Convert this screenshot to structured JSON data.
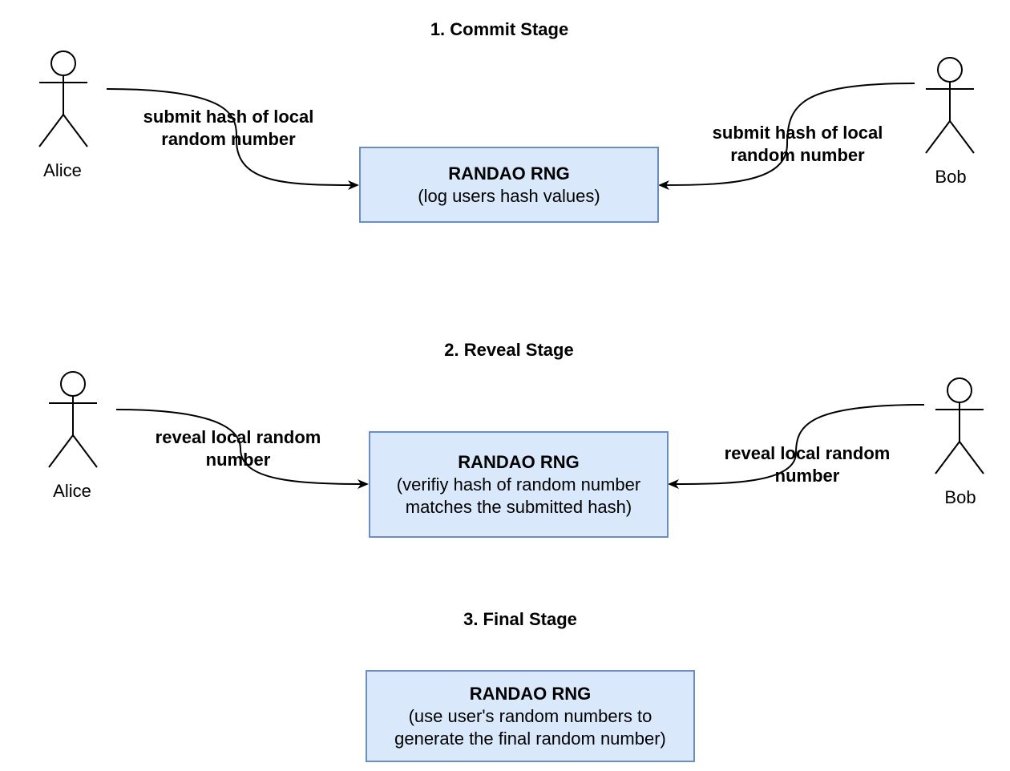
{
  "stages": [
    {
      "title": "1. Commit Stage",
      "box": {
        "title": "RANDAO RNG",
        "lines": [
          "(log users hash values)"
        ]
      },
      "left_actor": "Alice",
      "right_actor": "Bob",
      "left_edge_label": [
        "submit hash of local",
        "random number"
      ],
      "right_edge_label": [
        "submit hash of local",
        "random number"
      ]
    },
    {
      "title": "2. Reveal Stage",
      "box": {
        "title": "RANDAO RNG",
        "lines": [
          "(verifiy hash of random number",
          "matches the submitted hash)"
        ]
      },
      "left_actor": "Alice",
      "right_actor": "Bob",
      "left_edge_label": [
        "reveal local random",
        "number"
      ],
      "right_edge_label": [
        "reveal local random",
        "number"
      ]
    },
    {
      "title": "3. Final Stage",
      "box": {
        "title": "RANDAO RNG",
        "lines": [
          "(use user's random numbers to",
          "generate the final random number)"
        ]
      }
    }
  ],
  "colors": {
    "box_fill": "#dae8fc",
    "box_stroke": "#6c8ebf",
    "line": "#000000"
  },
  "icons": [
    "actor-stick-figure-icon",
    "arrowhead-icon"
  ]
}
